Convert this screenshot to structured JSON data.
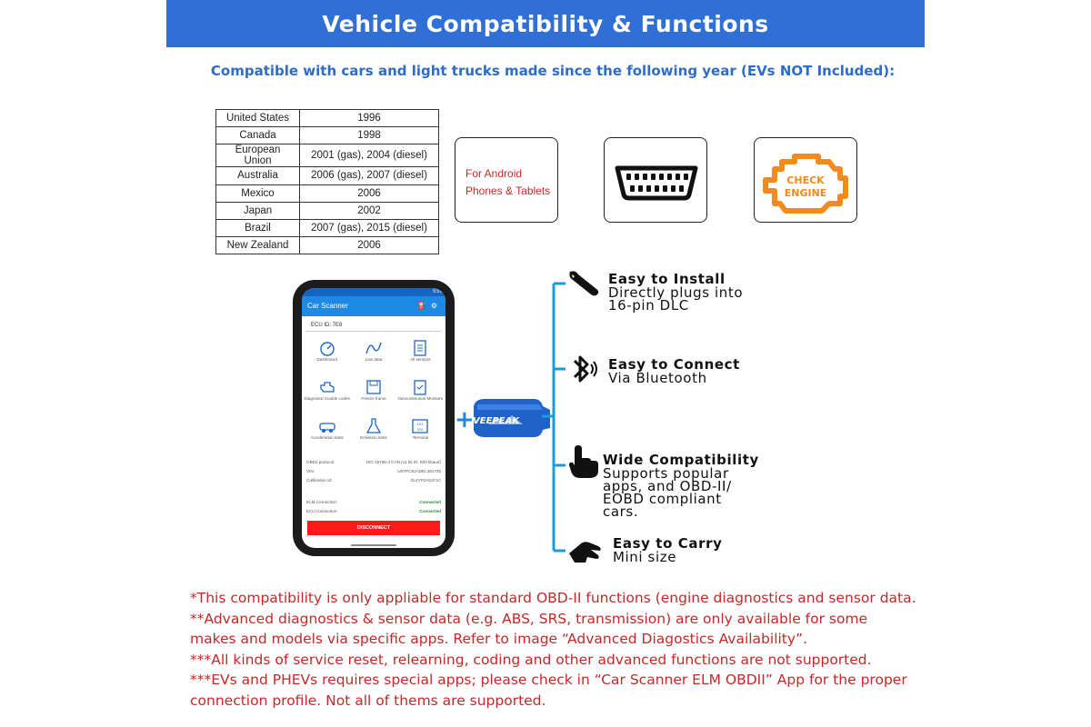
{
  "banner": {
    "title": "Vehicle Compatibility & Functions",
    "color": "#2f6fd6"
  },
  "subtitle": "Compatible with cars and light trucks made since the following year (EVs NOT Included):",
  "compatibility_table": [
    {
      "region": "United States",
      "year": "1996"
    },
    {
      "region": "Canada",
      "year": "1998"
    },
    {
      "region": "European Union",
      "year": "2001 (gas), 2004 (diesel)"
    },
    {
      "region": "Australia",
      "year": "2006 (gas), 2007 (diesel)"
    },
    {
      "region": "Mexico",
      "year": "2006"
    },
    {
      "region": "Japan",
      "year": "2002"
    },
    {
      "region": "Brazil",
      "year": "2007 (gas), 2015 (diesel)"
    },
    {
      "region": "New Zealand",
      "year": "2006"
    }
  ],
  "icon_boxes": {
    "android": {
      "line1": "For Android",
      "line2": "Phones & Tablets"
    },
    "obd": {
      "icon": "obd-connector-icon"
    },
    "engine": {
      "icon": "check-engine-icon",
      "line1": "CHECK",
      "line2": "ENGINE",
      "color": "#f28a1d"
    }
  },
  "phone": {
    "status_time": "5:59",
    "app_title": "Car Scanner",
    "ecu_id": "ECU ID: 7E8",
    "features": [
      {
        "label": "Dashboard",
        "icon": "gauge-icon"
      },
      {
        "label": "Live data",
        "icon": "graph-icon"
      },
      {
        "label": "All sensors",
        "icon": "list-icon"
      },
      {
        "label": "Diagnostic trouble codes",
        "icon": "engine-icon"
      },
      {
        "label": "Freeze frame",
        "icon": "save-icon"
      },
      {
        "label": "Noncontinuous Monitors",
        "icon": "clipboard-icon"
      },
      {
        "label": "Acceleration tests",
        "icon": "car-icon"
      },
      {
        "label": "Emission tests",
        "icon": "flask-icon"
      },
      {
        "label": "Terminal",
        "icon": "terminal-icon"
      }
    ],
    "info": [
      {
        "key": "OBD2 protocol:",
        "value": "ISO 15765-4 CAN (11 bit ID, 500 kbaud)"
      },
      {
        "key": "VIN:",
        "value": "U5YPC81ADEL481735"
      },
      {
        "key": "Calibration Id:",
        "value": "ZL4YP2A51F1C"
      }
    ],
    "connections": [
      {
        "key": "ELM connection:",
        "value": "Connected"
      },
      {
        "key": "ECU connection:",
        "value": "Connected"
      }
    ],
    "disconnect_label": "DISCONNECT"
  },
  "adapter": {
    "brand": "VEEPEAK",
    "color": "#1f63c9"
  },
  "features": [
    {
      "title": "Easy to Install",
      "desc": [
        "Directly plugs into",
        "16-pin DLC"
      ],
      "icon": "wrench-icon"
    },
    {
      "title": "Easy to Connect",
      "desc": [
        "Via Bluetooth"
      ],
      "icon": "bluetooth-icon"
    },
    {
      "title": "Wide Compatibility",
      "desc": [
        "Supports popular",
        "apps, and OBD-II/",
        "EOBD compliant",
        "cars."
      ],
      "icon": "hand-pointer-icon"
    },
    {
      "title": "Easy to Carry",
      "desc": [
        "Mini size"
      ],
      "icon": "hand-carry-icon"
    }
  ],
  "footnotes": [
    "*This compatibility is only appliable for standard OBD-II functions (engine diagnostics and sensor data.",
    "**Advanced diagnostics & sensor data (e.g. ABS, SRS, transmission) are only available for some makes and models via specific apps. Refer to image “Advanced Diagostics Availability”.",
    "***All kinds of service reset, relearning, coding and other advanced functions are not supported.",
    "***EVs and PHEVs requires special apps; please check in “Car Scanner ELM OBDII” App for the proper connection profile. Not all of thems are supported."
  ]
}
